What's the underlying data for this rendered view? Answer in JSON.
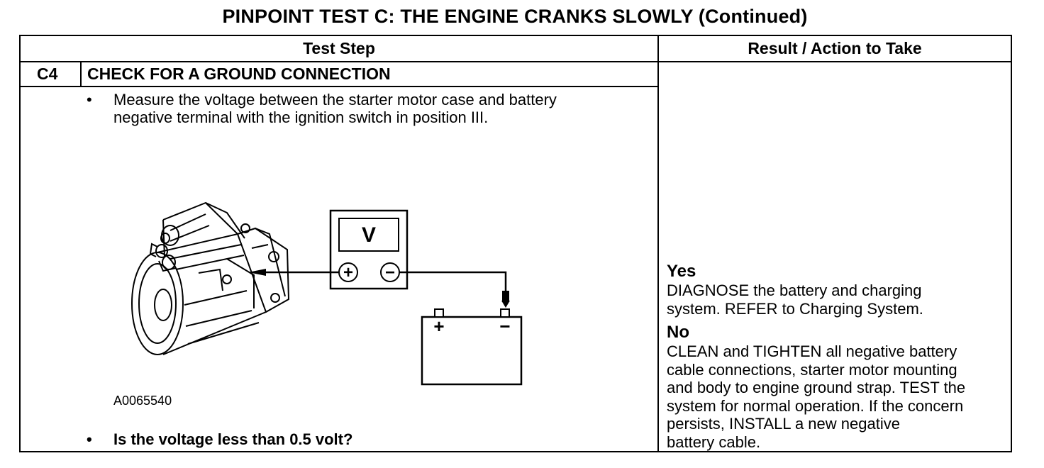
{
  "title": "PINPOINT TEST  C: THE ENGINE CRANKS SLOWLY (Continued)",
  "table": {
    "header_left": "Test Step",
    "header_right": "Result / Action to Take"
  },
  "step": {
    "id": "C4",
    "title": "CHECK FOR A GROUND CONNECTION",
    "bullet_symbol": "•",
    "instruction": "Measure the voltage between the starter motor case and battery\nnegative terminal with the ignition switch in position III.",
    "question": "Is the voltage less than 0.5 volt?"
  },
  "figure": {
    "id": "A0065540",
    "meter_label": "V",
    "meter_plus": "+",
    "meter_minus": "−",
    "battery_plus": "+",
    "battery_minus": "−"
  },
  "results": {
    "yes_label": "Yes",
    "yes_text": "DIAGNOSE the battery and charging\nsystem. REFER to Charging System.",
    "no_label": "No",
    "no_text": "CLEAN and TIGHTEN all negative battery\ncable connections, starter motor mounting\nand body to engine ground strap. TEST the\nsystem for normal operation. If the concern\npersists, INSTALL a new negative\nbattery cable."
  }
}
